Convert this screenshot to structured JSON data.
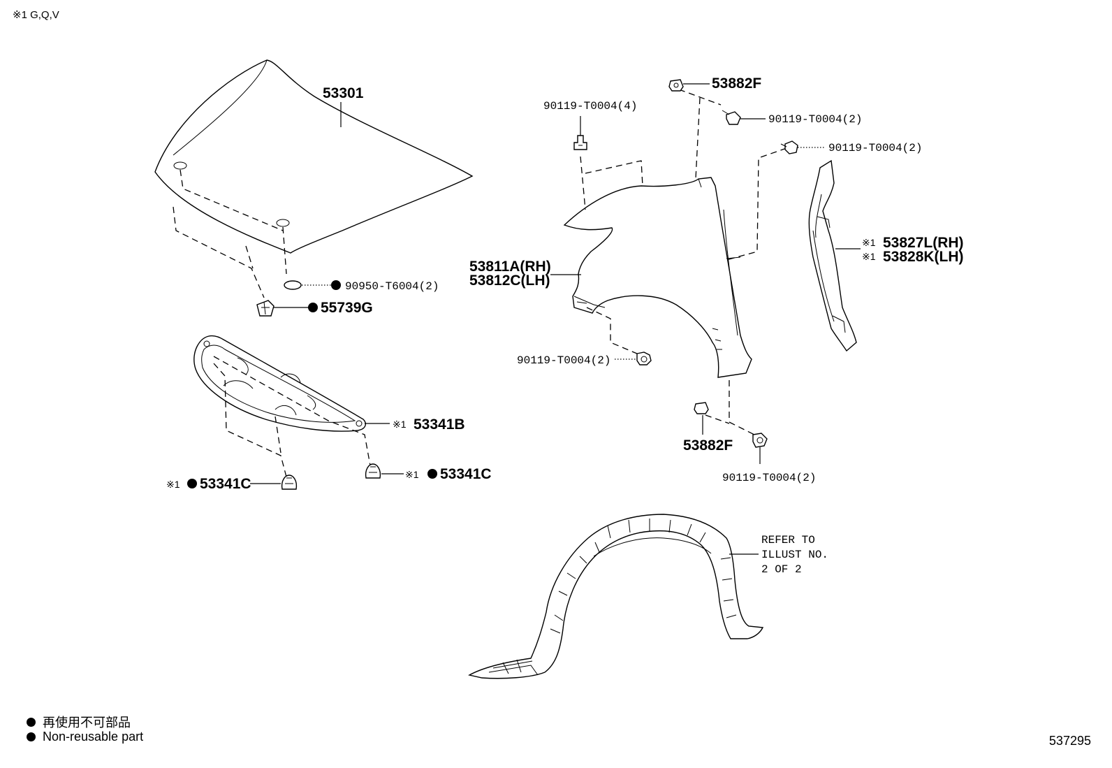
{
  "note": "※1 G,Q,V",
  "diagram_id": "537295",
  "legend": {
    "jp": "再使用不可部品",
    "en": "Non-reusable part"
  },
  "parts": {
    "hood": "53301",
    "hood_seal": "90950-T6004(2)",
    "hood_clip": "55739G",
    "insulator_mark": "※1",
    "insulator": "53341B",
    "insulator_clip_left_mark": "※1",
    "insulator_clip_left": "53341C",
    "insulator_clip_right_mark": "※1",
    "insulator_clip_right": "53341C",
    "fender_rh": "53811A(RH)",
    "fender_lh": "53812C(LH)",
    "fender_top_bolts": "90119-T0004(4)",
    "fender_lower_bolts": "90119-T0004(2)",
    "fender_nut_top": "53882F",
    "fender_nut_top_bolts": "90119-T0004(2)",
    "fender_rear_bolts": "90119-T0004(2)",
    "fender_nut_bottom": "53882F",
    "fender_nut_bottom_bolts": "90119-T0004(2)",
    "seal_mark_rh": "※1",
    "seal_rh": "53827L(RH)",
    "seal_mark_lh": "※1",
    "seal_lh": "53828K(LH)",
    "refer_line1": "REFER TO",
    "refer_line2": "ILLUST NO.",
    "refer_line3": "2 OF 2"
  }
}
